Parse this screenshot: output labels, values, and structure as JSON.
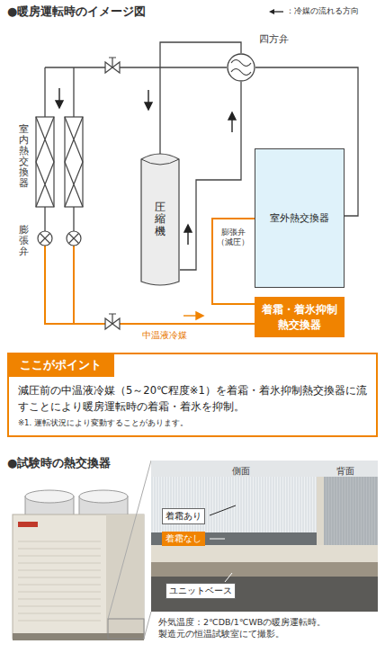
{
  "diagram": {
    "title": "●暖房運転時のイメージ図",
    "caption": "外気温度：2℃DB/1℃WBの暖房運転時。 製造元の恒温試験室にて撮影。",
    "nodes": [
      {
        "text": [
          "圧縮機"
        ]
      },
      {
        "text": [
          "四方弁"
        ]
      },
      {
        "text": [
          "室外熱交換器"
        ]
      },
      {
        "text": [
          "着霜・着氷抑制 熱交換器"
        ]
      },
      {
        "text": [
          "ここがポイント",
          "減圧前の中温液冷媒（5～20℃程度※1）を着霜・着氷抑制熱交換器に流すことにより暖房運転時の着霜・着氷を抑制。",
          "※1. 運転状況により変動することがあります。"
        ]
      },
      {
        "text": [
          "着霜あり"
        ]
      },
      {
        "text": [
          "着霜なし"
        ]
      },
      {
        "text": [
          "ユニットベース"
        ]
      }
    ],
    "edges": [
      {
        "from": 0,
        "to": 1,
        "arrow": "none"
      },
      {
        "from": 0,
        "to": 1,
        "arrow": "none"
      },
      {
        "from": 1,
        "to": 2,
        "arrow": "none"
      },
      {
        "from": 3,
        "to": 2,
        "arrow": "none"
      }
    ],
    "labels": [
      "室内熱交換器",
      "膨張弁",
      "膨張弁 （減圧）",
      "中温液冷媒",
      "●試験時の熱交換器",
      "側面",
      "背面"
    ],
    "legend": [
      {
        "text": "：冷媒の流れる方向"
      }
    ]
  }
}
